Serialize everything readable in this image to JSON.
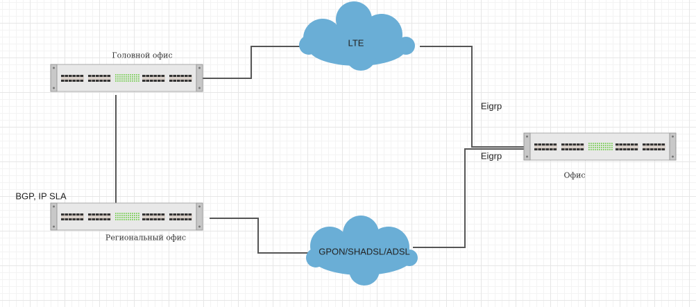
{
  "nodes": {
    "head_office": {
      "label": "Головной офис"
    },
    "regional_office": {
      "label": "Региональный офис"
    },
    "office": {
      "label": "Офис"
    }
  },
  "clouds": {
    "lte": {
      "label": "LTE"
    },
    "gpon": {
      "label": "GPON/SHADSL/ADSL"
    }
  },
  "annotations": {
    "eigrp_top": "Eigrp",
    "eigrp_bottom": "Eigrp",
    "bgp": "BGP, IP SLA"
  },
  "colors": {
    "cloud": "#6aaed6",
    "line": "#555555",
    "switch": "#e6e6e6",
    "port_led": "#7ccf5a"
  }
}
